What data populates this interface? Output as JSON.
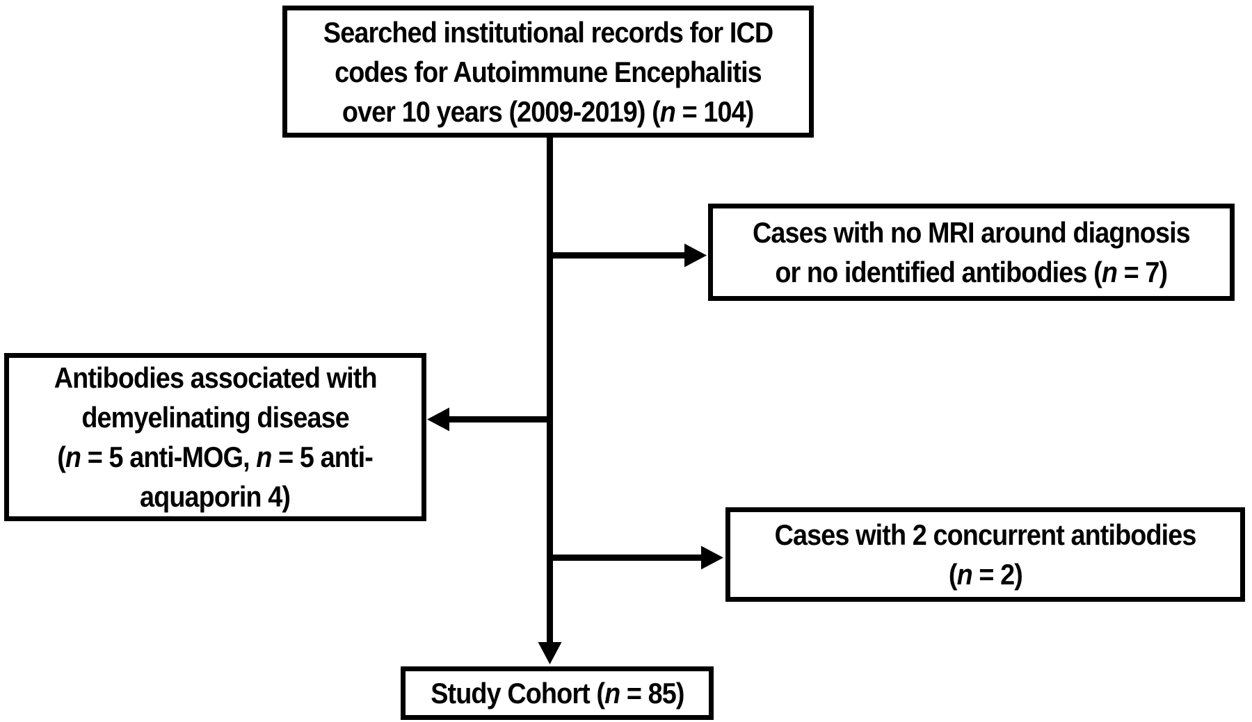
{
  "colors": {
    "ink": "#000000",
    "paper": "#ffffff"
  },
  "nodes": {
    "start": {
      "lines": [
        [
          {
            "t": "Searched institutional records for ICD"
          }
        ],
        [
          {
            "t": "codes for Autoimmune Encephalitis"
          }
        ],
        [
          {
            "t": "over 10 years (2009-2019) ("
          },
          {
            "t": "n",
            "i": true
          },
          {
            "t": " = 104)"
          }
        ]
      ]
    },
    "excl1": {
      "lines": [
        [
          {
            "t": "Cases with no MRI around diagnosis"
          }
        ],
        [
          {
            "t": "or no identified antibodies ("
          },
          {
            "t": "n",
            "i": true
          },
          {
            "t": " = 7)"
          }
        ]
      ]
    },
    "demyel": {
      "lines": [
        [
          {
            "t": "Antibodies associated with"
          }
        ],
        [
          {
            "t": "demyelinating disease"
          }
        ],
        [
          {
            "t": "("
          },
          {
            "t": "n",
            "i": true
          },
          {
            "t": " = 5 anti-MOG, "
          },
          {
            "t": "n",
            "i": true
          },
          {
            "t": " = 5 anti-"
          }
        ],
        [
          {
            "t": "aquaporin 4)"
          }
        ]
      ]
    },
    "excl2": {
      "lines": [
        [
          {
            "t": "Cases with 2 concurrent antibodies"
          }
        ],
        [
          {
            "t": "("
          },
          {
            "t": "n",
            "i": true
          },
          {
            "t": " = 2)"
          }
        ]
      ]
    },
    "cohort": {
      "lines": [
        [
          {
            "t": "Study Cohort ("
          },
          {
            "t": "n",
            "i": true
          },
          {
            "t": " = 85)"
          }
        ]
      ]
    }
  }
}
